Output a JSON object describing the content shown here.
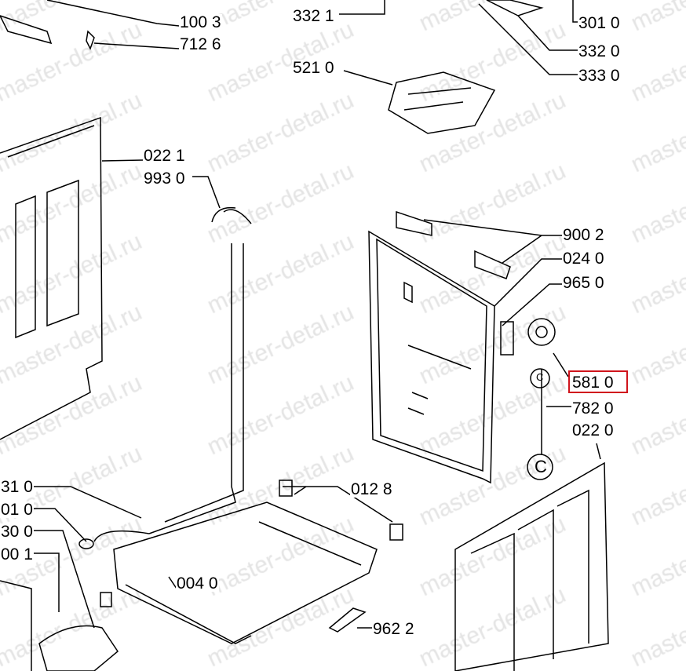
{
  "watermark": "master-detal.ru",
  "highlight_color": "#d0141c",
  "labels": {
    "l1003": "100 3",
    "l7126": "712 6",
    "l3321": "332 1",
    "l3010": "301 0",
    "l3320": "332 0",
    "l3330": "333 0",
    "l5210": "521 0",
    "l0221": "022 1",
    "l9930": "993 0",
    "l9002": "900 2",
    "l0240": "024 0",
    "l9650": "965 0",
    "l5810": "581 0",
    "l7820": "782 0",
    "l0220": "022 0",
    "l310": "31 0",
    "l010": "01 0",
    "l300": "30 0",
    "l001": "00 1",
    "l0128": "012 8",
    "l0040": "004 0",
    "l9622": "962 2"
  },
  "circle_labels": {
    "c1": "C",
    "c2": "C"
  }
}
